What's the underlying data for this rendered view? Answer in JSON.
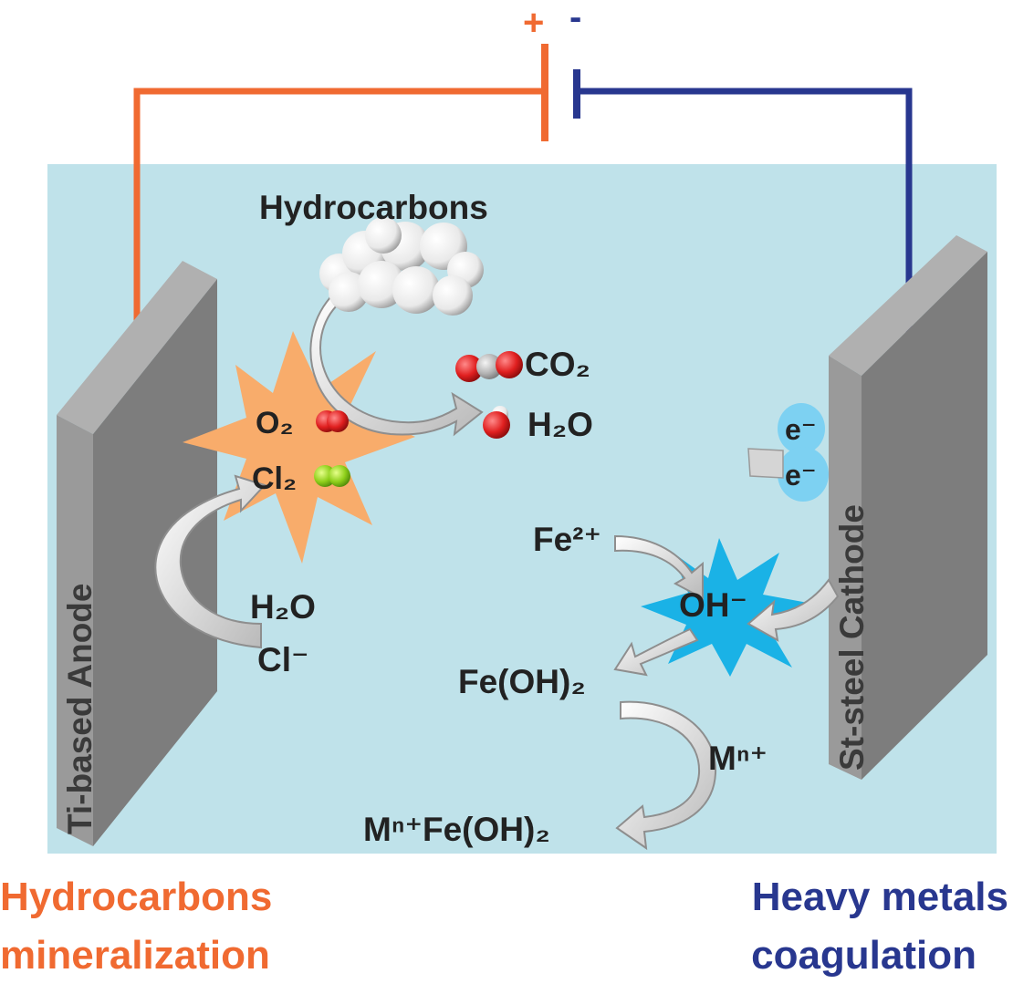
{
  "colors": {
    "anode_wire": "#f06a31",
    "cathode_wire": "#28378f",
    "electrolyte": "#bfe2ea",
    "electrode": "#8e8e8e",
    "anode_burst": "#f8ac6b",
    "cathode_burst": "#1ab2e6",
    "text": "#222222"
  },
  "battery": {
    "plus": "+",
    "minus": "-"
  },
  "anode": {
    "label": "Ti-based Anode"
  },
  "cathode": {
    "label": "St-steel Cathode"
  },
  "hydrocarbons": {
    "label": "Hydrocarbons"
  },
  "anode_reaction": {
    "o2": "O₂",
    "cl2": "Cl₂",
    "h2o": "H₂O",
    "cl_ion": "Cl⁻"
  },
  "products": {
    "co2": "CO₂",
    "h2o": "H₂O"
  },
  "cathode_reaction": {
    "electron1": "e⁻",
    "electron2": "e⁻",
    "fe2": "Fe²⁺",
    "oh": "OH⁻",
    "feoh2": "Fe(OH)₂",
    "mn": "Mⁿ⁺",
    "mnfeoh2": "Mⁿ⁺Fe(OH)₂"
  },
  "captions": {
    "left_line1": "Hydrocarbons",
    "left_line2": "mineralization",
    "right_line1": "Heavy metals",
    "right_line2": "coagulation"
  }
}
